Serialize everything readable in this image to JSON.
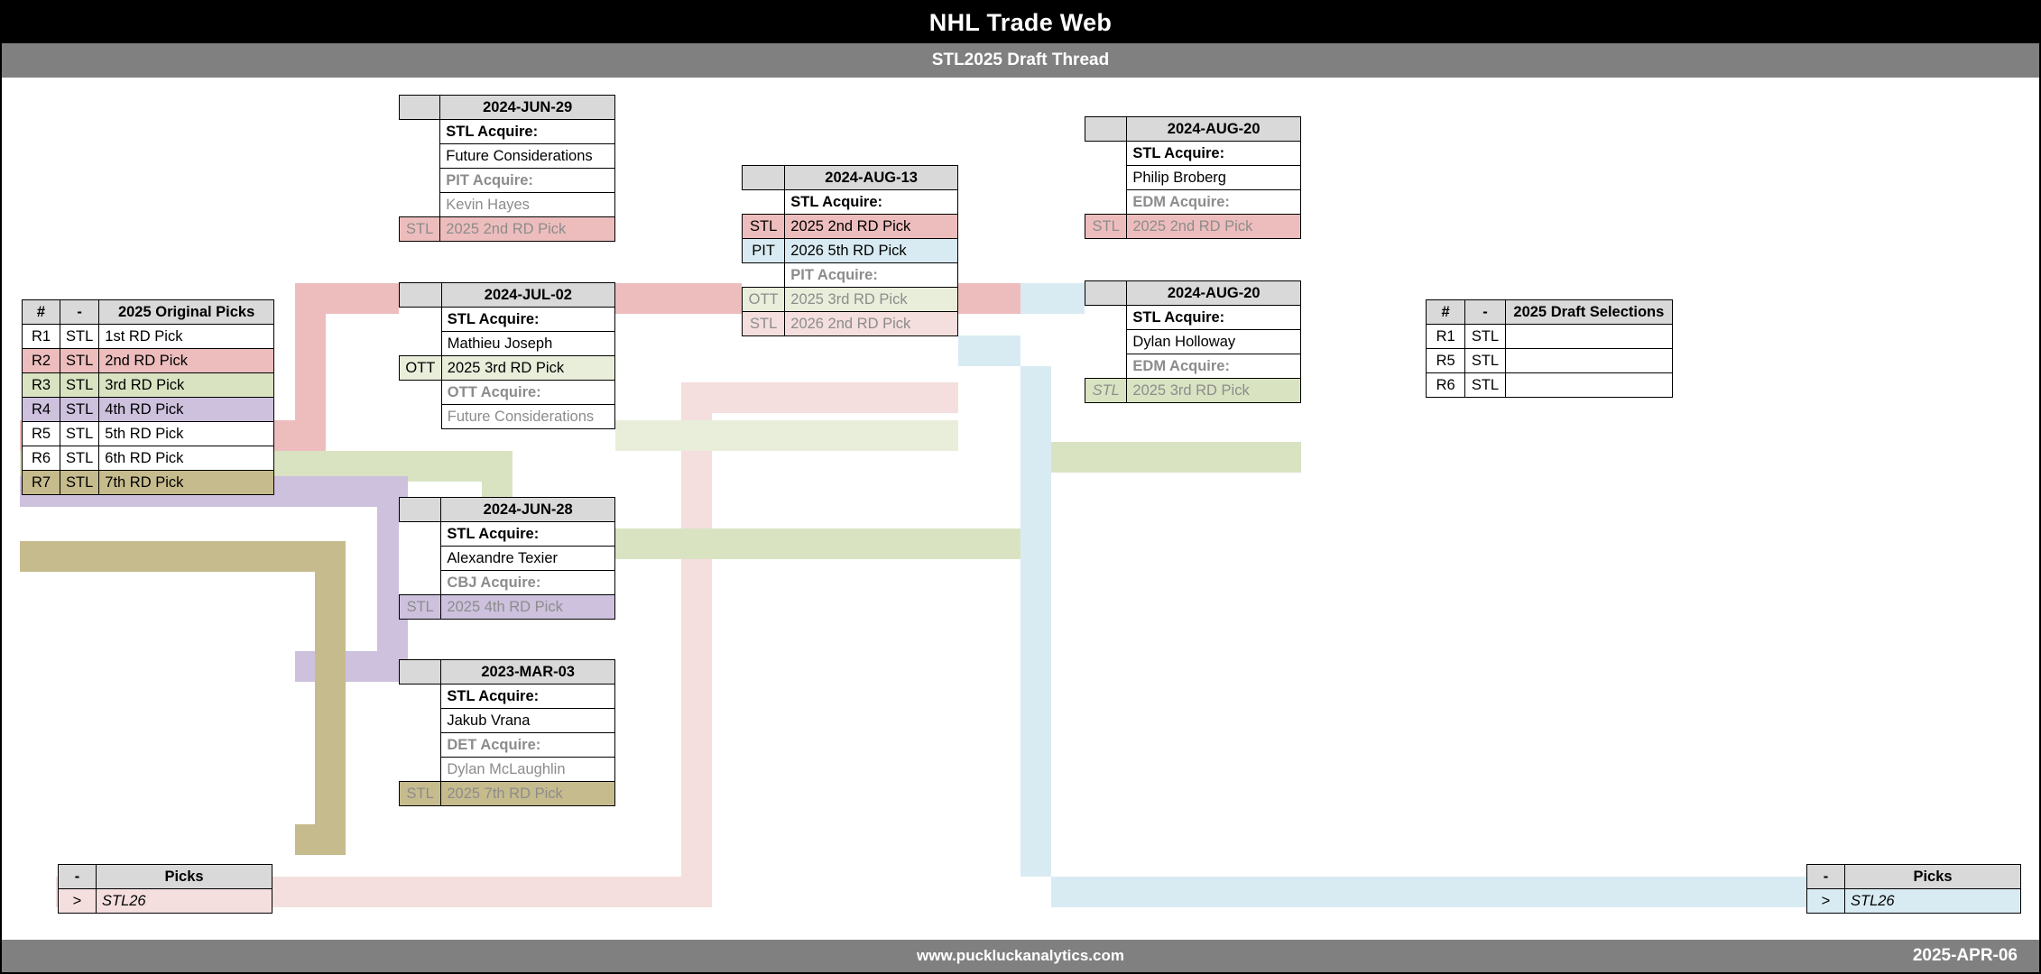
{
  "header": {
    "title": "NHL Trade Web",
    "subtitle": "STL2025 Draft Thread"
  },
  "footer": {
    "site": "www.puckluckanalytics.com",
    "date": "2025-APR-06"
  },
  "original_picks_table": {
    "headers": [
      "#",
      "-",
      "2025 Original Picks"
    ],
    "rows": [
      {
        "num": "R1",
        "team": "STL",
        "pick": "1st RD Pick",
        "tint": "none"
      },
      {
        "num": "R2",
        "team": "STL",
        "pick": "2nd RD Pick",
        "tint": "red"
      },
      {
        "num": "R3",
        "team": "STL",
        "pick": "3rd RD Pick",
        "tint": "grn"
      },
      {
        "num": "R4",
        "team": "STL",
        "pick": "4th RD Pick",
        "tint": "pur"
      },
      {
        "num": "R5",
        "team": "STL",
        "pick": "5th RD Pick",
        "tint": "none"
      },
      {
        "num": "R6",
        "team": "STL",
        "pick": "6th RD Pick",
        "tint": "none"
      },
      {
        "num": "R7",
        "team": "STL",
        "pick": "7th RD Pick",
        "tint": "tan"
      }
    ]
  },
  "draft_selections_table": {
    "headers": [
      "#",
      "-",
      "2025 Draft Selections"
    ],
    "rows": [
      {
        "num": "R1",
        "team": "STL",
        "sel": ""
      },
      {
        "num": "R5",
        "team": "STL",
        "sel": ""
      },
      {
        "num": "R6",
        "team": "STL",
        "sel": ""
      }
    ]
  },
  "picks_left_table": {
    "headers": [
      "-",
      "Picks"
    ],
    "rows": [
      {
        "arrow": ">",
        "label": "STL26",
        "tint": "red2"
      }
    ]
  },
  "picks_right_table": {
    "headers": [
      "-",
      "Picks"
    ],
    "rows": [
      {
        "arrow": ">",
        "label": "STL26",
        "tint": "blu"
      }
    ]
  },
  "trades": [
    {
      "id": "jun29",
      "date": "2024-JUN-29",
      "acquire_label": "STL Acquire:",
      "acquire_items": [
        {
          "team": "",
          "text": "Future Considerations",
          "tint": "none"
        }
      ],
      "give_label": "PIT Acquire:",
      "give_items": [
        {
          "team": "",
          "text": "Kevin Hayes",
          "tint": "none"
        },
        {
          "team": "STL",
          "text": "2025 2nd RD Pick",
          "tint": "red"
        }
      ]
    },
    {
      "id": "jul02",
      "date": "2024-JUL-02",
      "acquire_label": "STL Acquire:",
      "acquire_items": [
        {
          "team": "",
          "text": "Mathieu Joseph",
          "tint": "none"
        },
        {
          "team": "OTT",
          "text": "2025 3rd RD Pick",
          "tint": "grn2"
        }
      ],
      "give_label": "OTT Acquire:",
      "give_items": [
        {
          "team": "",
          "text": "Future Considerations",
          "tint": "none"
        }
      ]
    },
    {
      "id": "jun28",
      "date": "2024-JUN-28",
      "acquire_label": "STL Acquire:",
      "acquire_items": [
        {
          "team": "",
          "text": "Alexandre Texier",
          "tint": "none"
        }
      ],
      "give_label": "CBJ Acquire:",
      "give_items": [
        {
          "team": "STL",
          "text": "2025 4th RD Pick",
          "tint": "pur"
        }
      ]
    },
    {
      "id": "mar03",
      "date": "2023-MAR-03",
      "acquire_label": "STL Acquire:",
      "acquire_items": [
        {
          "team": "",
          "text": "Jakub Vrana",
          "tint": "none"
        }
      ],
      "give_label": "DET Acquire:",
      "give_items": [
        {
          "team": "",
          "text": "Dylan McLaughlin",
          "tint": "none"
        },
        {
          "team": "STL",
          "text": "2025 7th RD Pick",
          "tint": "tan"
        }
      ]
    },
    {
      "id": "aug13",
      "date": "2024-AUG-13",
      "acquire_label": "STL Acquire:",
      "acquire_items": [
        {
          "team": "STL",
          "text": "2025 2nd RD Pick",
          "tint": "red"
        },
        {
          "team": "PIT",
          "text": "2026 5th RD Pick",
          "tint": "blu"
        }
      ],
      "give_label": "PIT Acquire:",
      "give_items": [
        {
          "team": "OTT",
          "text": "2025 3rd RD Pick",
          "tint": "grn2"
        },
        {
          "team": "STL",
          "text": "2026 2nd RD Pick",
          "tint": "red2"
        }
      ]
    },
    {
      "id": "aug20a",
      "date": "2024-AUG-20",
      "acquire_label": "STL Acquire:",
      "acquire_items": [
        {
          "team": "",
          "text": "Philip Broberg",
          "tint": "none"
        }
      ],
      "give_label": "EDM Acquire:",
      "give_items": [
        {
          "team": "STL",
          "text": "2025 2nd RD Pick",
          "tint": "red"
        }
      ]
    },
    {
      "id": "aug20b",
      "date": "2024-AUG-20",
      "acquire_label": "STL Acquire:",
      "acquire_items": [
        {
          "team": "",
          "text": "Dylan Holloway",
          "tint": "none"
        }
      ],
      "give_label": "EDM Acquire:",
      "give_items": [
        {
          "team": "STL",
          "text": "2025 3rd RD Pick",
          "tint": "grn",
          "team_italic": true
        }
      ]
    }
  ],
  "colors": {
    "red": "#edbdbd",
    "red_light": "#f4dede",
    "green": "#d9e3c2",
    "green_light": "#e9eedb",
    "purple": "#cdc1de",
    "tan": "#c6bb8d",
    "blue": "#d9ebf2",
    "header_gray": "#d9d9d9",
    "bar_gray": "#808080",
    "title_black": "#000000"
  }
}
